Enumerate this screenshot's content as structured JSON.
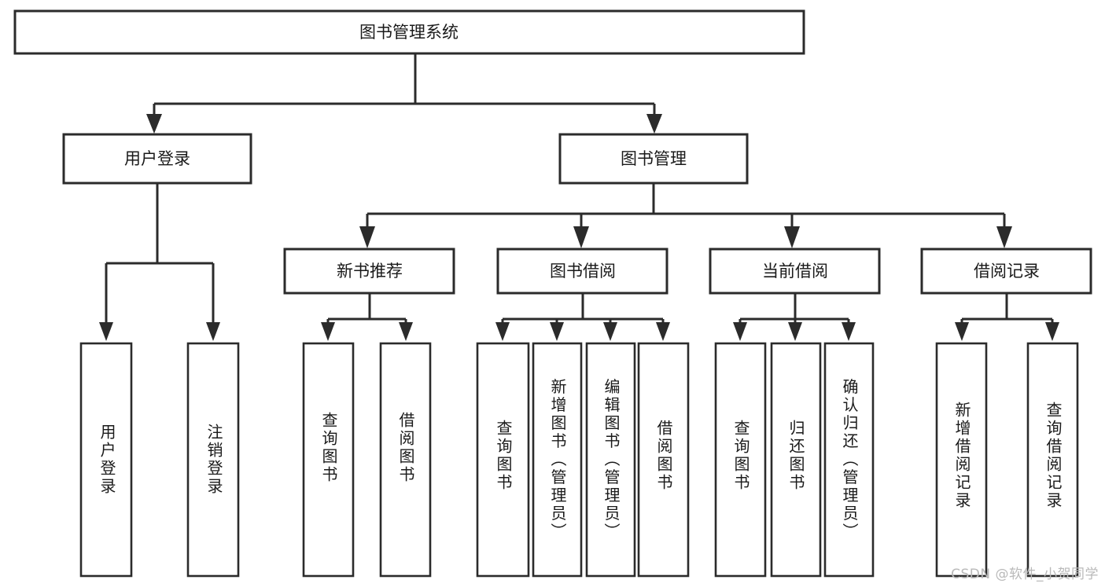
{
  "diagram": {
    "type": "tree",
    "title": "图书管理系统",
    "root": {
      "id": "root",
      "label": "图书管理系统"
    },
    "level2": [
      {
        "id": "user-login",
        "label": "用户登录"
      },
      {
        "id": "book-manage",
        "label": "图书管理"
      }
    ],
    "level3": [
      {
        "id": "new-book-rec",
        "label": "新书推荐",
        "parent": "book-manage"
      },
      {
        "id": "book-borrow",
        "label": "图书借阅",
        "parent": "book-manage"
      },
      {
        "id": "current-borrow",
        "label": "当前借阅",
        "parent": "book-manage"
      },
      {
        "id": "borrow-record",
        "label": "借阅记录",
        "parent": "book-manage"
      }
    ],
    "leaves": [
      {
        "id": "leaf-user-login",
        "label": "用户登录",
        "parent": "user-login"
      },
      {
        "id": "leaf-logout",
        "label": "注销登录",
        "parent": "user-login"
      },
      {
        "id": "leaf-rec-query",
        "label": "查询图书",
        "parent": "new-book-rec"
      },
      {
        "id": "leaf-rec-borrow",
        "label": "借阅图书",
        "parent": "new-book-rec"
      },
      {
        "id": "leaf-borrow-query",
        "label": "查询图书",
        "parent": "book-borrow"
      },
      {
        "id": "leaf-add-book",
        "label": "新增图书（管理员）",
        "parent": "book-borrow"
      },
      {
        "id": "leaf-edit-book",
        "label": "编辑图书（管理员）",
        "parent": "book-borrow"
      },
      {
        "id": "leaf-borrow-book",
        "label": "借阅图书",
        "parent": "book-borrow"
      },
      {
        "id": "leaf-cur-query",
        "label": "查询图书",
        "parent": "current-borrow"
      },
      {
        "id": "leaf-return-book",
        "label": "归还图书",
        "parent": "current-borrow"
      },
      {
        "id": "leaf-confirm-return",
        "label": "确认归还（管理员）",
        "parent": "current-borrow"
      },
      {
        "id": "leaf-add-record",
        "label": "新增借阅记录",
        "parent": "borrow-record"
      },
      {
        "id": "leaf-query-record",
        "label": "查询借阅记录",
        "parent": "borrow-record"
      }
    ]
  },
  "watermark": {
    "text": "CSDN @软件_小贺同学"
  },
  "colors": {
    "stroke": "#2b2b2b",
    "fill": "#ffffff",
    "text": "#1a1a1a",
    "watermark": "#b9b9b9"
  }
}
